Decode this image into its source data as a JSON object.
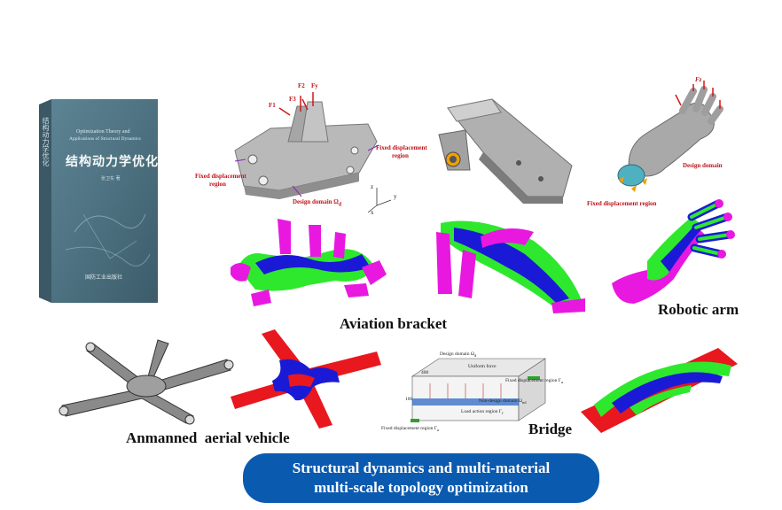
{
  "book": {
    "title_cn": "结构动力学优化",
    "en_line1": "Optimization Theory and",
    "en_line2": "Applications of Structural Dynamics",
    "spine_text": "结构动力学优化",
    "author": "张卫东 著",
    "publisher": "国防工业出版社"
  },
  "top_models": {
    "bracket_labels": {
      "fixed_left": "Fixed displacement",
      "fixed_left2": "region",
      "fixed_right": "Fixed displacement",
      "fixed_right2": "region",
      "design": "Design domain",
      "design_sym": "Ω",
      "design_sub": "d",
      "f1": "F1",
      "f2": "F2",
      "f3": "F3",
      "fy": "Fy",
      "axis_x": "x",
      "axis_y": "y",
      "axis_z": "z"
    },
    "hand_labels": {
      "fz": "Fz",
      "design": "Design domain",
      "fixed": "Fixed displacement region"
    }
  },
  "captions": {
    "aviation": "Aviation bracket",
    "robotic": "Robotic arm",
    "uav": "Anmanned  aerial vehicle",
    "bridge": "Bridge"
  },
  "bridge_labels": {
    "design_domain": "Design domain",
    "design_sym": "Ω",
    "design_sub": "d",
    "uniform": "Uniform force",
    "fixed_right": "Fixed displacement region",
    "fixed_right_sym": "Γ",
    "fixed_right_sub": "u",
    "non_design": "Non-design domain",
    "non_design_sym": "Ω",
    "non_design_sub": "nd",
    "load": "Load action region",
    "load_sym": "Γ",
    "load_sub": "f",
    "fixed_left": "Fixed displacement region",
    "fixed_left_sym": "Γ",
    "fixed_left_sub": "u",
    "dim1": "400",
    "dim2": "100"
  },
  "banner": {
    "line1": "Structural dynamics and multi-material",
    "line2": "multi-scale topology optimization"
  },
  "colors": {
    "banner": "#0a5ab0",
    "magenta": "#e818e0",
    "green": "#2ee82e",
    "blue": "#1a1ad6",
    "red": "#e8181e",
    "grey": "#9a9a9a"
  }
}
